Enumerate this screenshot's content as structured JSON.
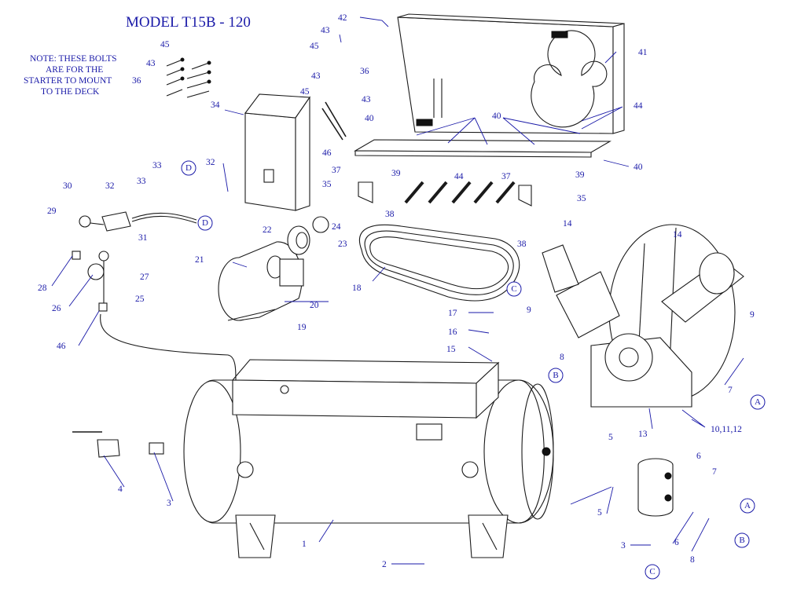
{
  "title": "MODEL T15B - 120",
  "note_lines": [
    "NOTE: THESE BOLTS",
    "ARE FOR THE",
    "STARTER TO MOUNT",
    "TO THE DECK"
  ],
  "callouts": {
    "n1": "1",
    "n2": "2",
    "n3a": "3",
    "n3b": "3",
    "n4": "4",
    "n5a": "5",
    "n5b": "5",
    "n6a": "6",
    "n6b": "6",
    "n7a": "7",
    "n7b": "7",
    "n8a": "8",
    "n8b": "8",
    "n9a": "9",
    "n9b": "9",
    "n10": "10,11,12",
    "n13": "13",
    "n14a": "14",
    "n14b": "14",
    "n15": "15",
    "n16": "16",
    "n17": "17",
    "n18": "18",
    "n19": "19",
    "n20": "20",
    "n21": "21",
    "n22": "22",
    "n23": "23",
    "n24": "24",
    "n25": "25",
    "n26": "26",
    "n27": "27",
    "n28": "28",
    "n29": "29",
    "n30": "30",
    "n31": "31",
    "n32a": "32",
    "n32b": "32",
    "n33a": "33",
    "n33b": "33",
    "n34": "34",
    "n35a": "35",
    "n35b": "35",
    "n36a": "36",
    "n36b": "36",
    "n37a": "37",
    "n37b": "37",
    "n38a": "38",
    "n38b": "38",
    "n39a": "39",
    "n39b": "39",
    "n40a": "40",
    "n40b": "40",
    "n40c": "40",
    "n41": "41",
    "n42": "42",
    "n43a": "43",
    "n43b": "43",
    "n43c": "43",
    "n43d": "43",
    "n44a": "44",
    "n44b": "44",
    "n45a": "45",
    "n45b": "45",
    "n45c": "45",
    "n46a": "46",
    "n46b": "46"
  },
  "connectors": {
    "dTop": "D",
    "dMid": "D",
    "cTop": "C",
    "cBot": "C",
    "bMid": "B",
    "bBot": "B",
    "aMid": "A",
    "aBot": "A"
  }
}
